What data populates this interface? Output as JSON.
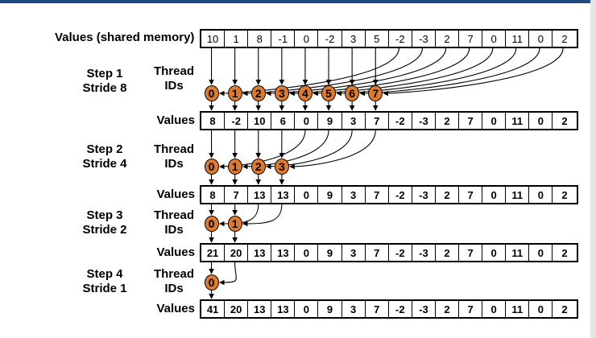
{
  "header_label": "Values (shared memory)",
  "values_label": "Values",
  "thread_label_line1": "Thread",
  "thread_label_line2": "IDs",
  "initial_values": [
    "10",
    "1",
    "8",
    "-1",
    "0",
    "-2",
    "3",
    "5",
    "-2",
    "-3",
    "2",
    "7",
    "0",
    "11",
    "0",
    "2"
  ],
  "steps": [
    {
      "step": "Step 1",
      "stride": "Stride 8",
      "thread_ids": [
        "0",
        "1",
        "2",
        "3",
        "4",
        "5",
        "6",
        "7"
      ],
      "values": [
        "8",
        "-2",
        "10",
        "6",
        "0",
        "9",
        "3",
        "7",
        "-2",
        "-3",
        "2",
        "7",
        "0",
        "11",
        "0",
        "2"
      ]
    },
    {
      "step": "Step 2",
      "stride": "Stride 4",
      "thread_ids": [
        "0",
        "1",
        "2",
        "3"
      ],
      "values": [
        "8",
        "7",
        "13",
        "13",
        "0",
        "9",
        "3",
        "7",
        "-2",
        "-3",
        "2",
        "7",
        "0",
        "11",
        "0",
        "2"
      ]
    },
    {
      "step": "Step 3",
      "stride": "Stride 2",
      "thread_ids": [
        "0",
        "1"
      ],
      "values": [
        "21",
        "20",
        "13",
        "13",
        "0",
        "9",
        "3",
        "7",
        "-2",
        "-3",
        "2",
        "7",
        "0",
        "11",
        "0",
        "2"
      ]
    },
    {
      "step": "Step 4",
      "stride": "Stride 1",
      "thread_ids": [
        "0"
      ],
      "values": [
        "41",
        "20",
        "13",
        "13",
        "0",
        "9",
        "3",
        "7",
        "-2",
        "-3",
        "2",
        "7",
        "0",
        "11",
        "0",
        "2"
      ]
    }
  ],
  "colors": {
    "thread_fill": "#e07a2b",
    "header_bar": "#1e4a82"
  }
}
